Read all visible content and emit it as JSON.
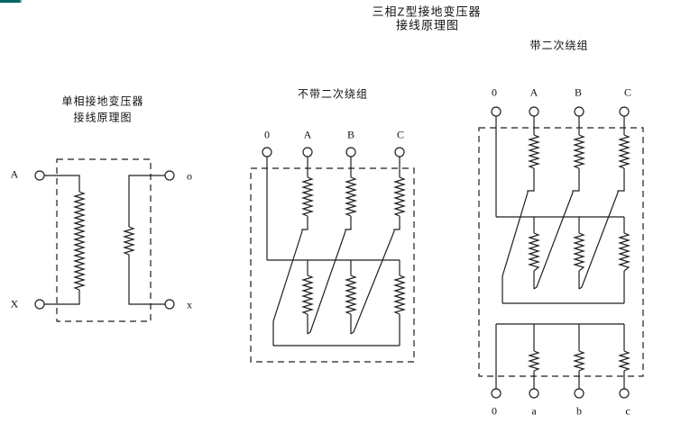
{
  "page": {
    "background": "#ffffff",
    "line_color": "#1f1f1f",
    "accent_bar_color": "#006666",
    "accent_bar_tip_color": "#5f9ea0"
  },
  "main_title": {
    "line1": "三相Z型接地变压器",
    "line2": "接线原理图"
  },
  "figures": {
    "single": {
      "title_line1": "单相接地变压器",
      "title_line2": "接线原理图",
      "terminals": {
        "primary_top": "A",
        "secondary_top": "o",
        "primary_bottom": "X",
        "secondary_bottom": "x"
      }
    },
    "no_secondary": {
      "subtitle": "不带二次绕组",
      "terminals_top": [
        "0",
        "A",
        "B",
        "C"
      ]
    },
    "with_secondary": {
      "subtitle": "带二次绕组",
      "terminals_top": [
        "0",
        "A",
        "B",
        "C"
      ],
      "terminals_bottom": [
        "0",
        "a",
        "b",
        "c"
      ]
    }
  }
}
